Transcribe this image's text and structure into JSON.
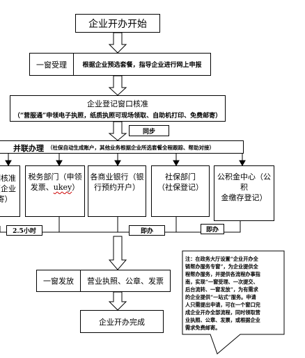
{
  "start": "企业开办开始",
  "acceptance": {
    "label": "一窗受理",
    "desc": "根据企业预选套餐，指导企业进行网上申报"
  },
  "registration": {
    "title": "企业登记窗口核准",
    "subtitle": "（“营服通”申领电子执照，纸质执照可现场领取、自助机打印、免费邮寄）"
  },
  "sync_tag_1": "同步",
  "parallel": {
    "label": "并联办理",
    "desc": "（社保自动生成账户，其他业务根据企业所选套餐全程跟踪、帮助对接）"
  },
  "columns": [
    {
      "line1": "刻核准",
      "line2": "（企业",
      "line3": "寄）"
    },
    {
      "line1": "税务部门（申领",
      "line2a": "发票、",
      "line2b": "ukey",
      "line2c": "）"
    },
    {
      "line1": "各商业银行（银",
      "line2": "行预约开户）"
    },
    {
      "line1": "社保部门",
      "line2": "（社保登记）"
    },
    {
      "line1": "公积金中心（公积",
      "line2": "金缴存登记）"
    }
  ],
  "time_tag": "2.5小时",
  "sync_tag_2": "即办",
  "sync_tag_3": "即办",
  "issuance": {
    "label": "一窗发放",
    "desc": "营业执照、公章、发票"
  },
  "end": "企业开办完成",
  "note": {
    "lines": [
      "注：在政务大厅设置“企业开办全",
      "链帮办服务专窗”，为企业提供全",
      "程帮办服务，并提供各流程办事指",
      "南，实现“一窗受理、一次提交、",
      "后台流转、一窗发放”，为有需求",
      "的企业提供“一站式”服务。申请",
      "人只需提出申请，可在一个窗口完",
      "成企业开办全部流程，同时领取营",
      "业执照、公章、发票，或根据企业",
      "需求免费邮寄。"
    ]
  }
}
